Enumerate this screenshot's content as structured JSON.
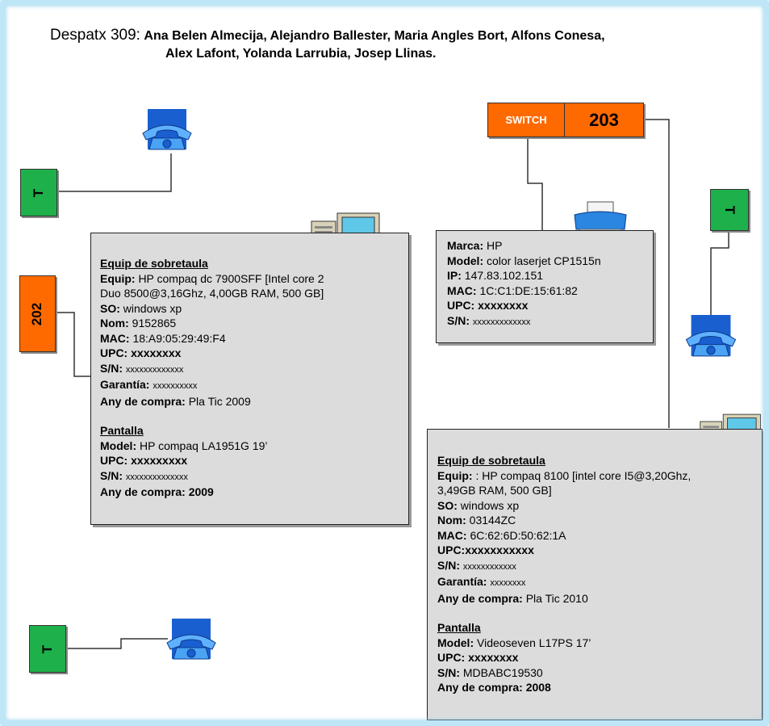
{
  "header": {
    "title_prefix": "Despatx 309:",
    "line1_names": "Ana Belen Almecija, Alejandro Ballester, Maria Angles Bort, Alfons Conesa,",
    "line2_names": "Alex Lafont, Yolanda Larrubia, Josep Llinas."
  },
  "switch": {
    "label": "SWITCH",
    "number": "203"
  },
  "port_202": "202",
  "phone_ports": {
    "top_left": "T",
    "right": "T",
    "bottom_left": "T"
  },
  "icons": {
    "phone": "telephone-icon",
    "computer": "computer-icon",
    "printer": "printer-icon"
  },
  "colors": {
    "green_port": "#1eb04a",
    "orange_port": "#ff6a00",
    "phone_blue": "#1a5fd0",
    "box_fill": "#dcdcdc",
    "frame": "#bfe6f7"
  },
  "left_pc": {
    "title": "Equip de sobretaula",
    "equip_label": "Equip:",
    "equip_value_1": "HP compaq dc 7900SFF [Intel core 2",
    "equip_value_2": "Duo 8500@3,16Ghz, 4,00GB RAM, 500 GB]",
    "so_label": "SO:",
    "so_value": "windows xp",
    "nom_label": "Nom:",
    "nom_value": "9152865",
    "mac_label": "MAC:",
    "mac_value": "18:A9:05:29:49:F4",
    "upc_label": "UPC:",
    "upc_value": "xxxxxxxx",
    "sn_label": "S/N:",
    "sn_value": "xxxxxxxxxxxxx",
    "garantia_label": "Garantía:",
    "garantia_value": "xxxxxxxxxx",
    "any_label": "Any de compra:",
    "any_value": "Pla Tic 2009",
    "pantalla_title": "Pantalla",
    "model_label": "Model:",
    "model_value": "HP compaq LA1951G 19’",
    "p_upc_label": "UPC:",
    "p_upc_value": "xxxxxxxxx",
    "p_sn_label": "S/N:",
    "p_sn_value": "xxxxxxxxxxxxxx",
    "p_any_label": "Any de compra:",
    "p_any_value": "2009"
  },
  "printer": {
    "marca_label": "Marca:",
    "marca_value": "HP",
    "model_label": "Model:",
    "model_value": "color laserjet  CP1515n",
    "ip_label": "IP:",
    "ip_value": "147.83.102.151",
    "mac_label": "MAC:",
    "mac_value": "1C:C1:DE:15:61:82",
    "upc_label": "UPC:",
    "upc_value": "xxxxxxxx",
    "sn_label": "S/N:",
    "sn_value": "xxxxxxxxxxxxx"
  },
  "right_pc": {
    "title": "Equip de sobretaula",
    "equip_label": "Equip:",
    "equip_value_1": ": HP compaq 8100 [intel core I5@3,20Ghz,",
    "equip_value_2": "3,49GB RAM, 500 GB]",
    "so_label": "SO:",
    "so_value": "windows xp",
    "nom_label": "Nom:",
    "nom_value": "03144ZC",
    "mac_label": "MAC:",
    "mac_value": "6C:62:6D:50:62:1A",
    "upc_label": "UPC:",
    "upc_value": "xxxxxxxxxxx",
    "sn_label": "S/N:",
    "sn_value": "xxxxxxxxxxxx",
    "garantia_label": "Garantía:",
    "garantia_value": "xxxxxxxx",
    "any_label": "Any de compra:",
    "any_value": "Pla Tic 2010",
    "pantalla_title": "Pantalla",
    "model_label": "Model:",
    "model_value": "Videoseven L17PS 17’",
    "p_upc_label": "UPC:",
    "p_upc_value": "xxxxxxxx",
    "p_sn_label": "S/N:",
    "p_sn_value": "MDBABC19530",
    "p_any_label": "Any de compra:",
    "p_any_value": " 2008"
  }
}
